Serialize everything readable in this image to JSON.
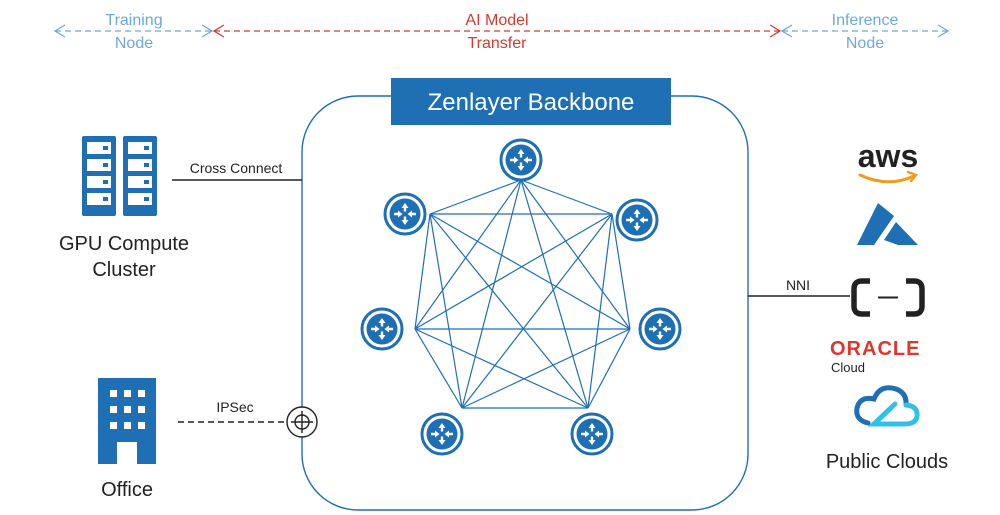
{
  "header": {
    "training_line1": "Training",
    "training_line2": "Node",
    "model_line1": "AI Model",
    "model_line2": "Transfer",
    "inference_line1": "Inference",
    "inference_line2": "Node"
  },
  "backbone": {
    "title": "Zenlayer Backbone",
    "router_count": 7
  },
  "left": {
    "gpu_line1": "GPU Compute",
    "gpu_line2": "Cluster",
    "cross_connect": "Cross Connect",
    "office": "Office",
    "ipsec": "IPSec"
  },
  "right": {
    "nni": "NNI",
    "aws": "aws",
    "oracle": "ORACLE",
    "oracle_sub": "Cloud",
    "public_clouds": "Public Clouds"
  },
  "colors": {
    "primary_blue": "#1f6fb5",
    "light_blue": "#6fa8dc",
    "red": "#d63a2f",
    "aws_orange": "#f29a1f",
    "oracle_red": "#e0362c",
    "black": "#222222"
  }
}
